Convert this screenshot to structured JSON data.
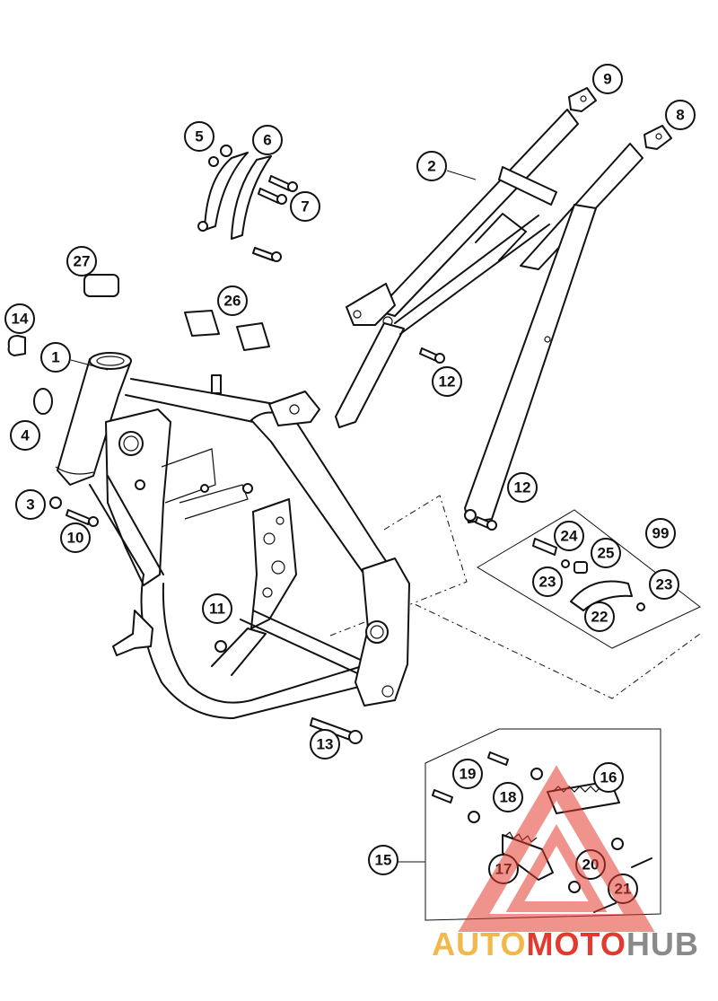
{
  "callouts": {
    "c1": "1",
    "c2": "2",
    "c3": "3",
    "c4": "4",
    "c5": "5",
    "c6": "6",
    "c7": "7",
    "c8": "8",
    "c9": "9",
    "c10": "10",
    "c11": "11",
    "c12a": "12",
    "c12b": "12",
    "c13": "13",
    "c14": "14",
    "c15": "15",
    "c16": "16",
    "c17": "17",
    "c18": "18",
    "c19": "19",
    "c20": "20",
    "c21": "21",
    "c22": "22",
    "c23a": "23",
    "c23b": "23",
    "c24": "24",
    "c25": "25",
    "c26": "26",
    "c27": "27",
    "c99": "99"
  },
  "watermark": {
    "part1": "AUTO",
    "part2": "MOTO",
    "part3": "HUB",
    "colors": {
      "auto": "#f2b84a",
      "moto": "#e23a2e",
      "hub": "#8a8a8a"
    }
  }
}
